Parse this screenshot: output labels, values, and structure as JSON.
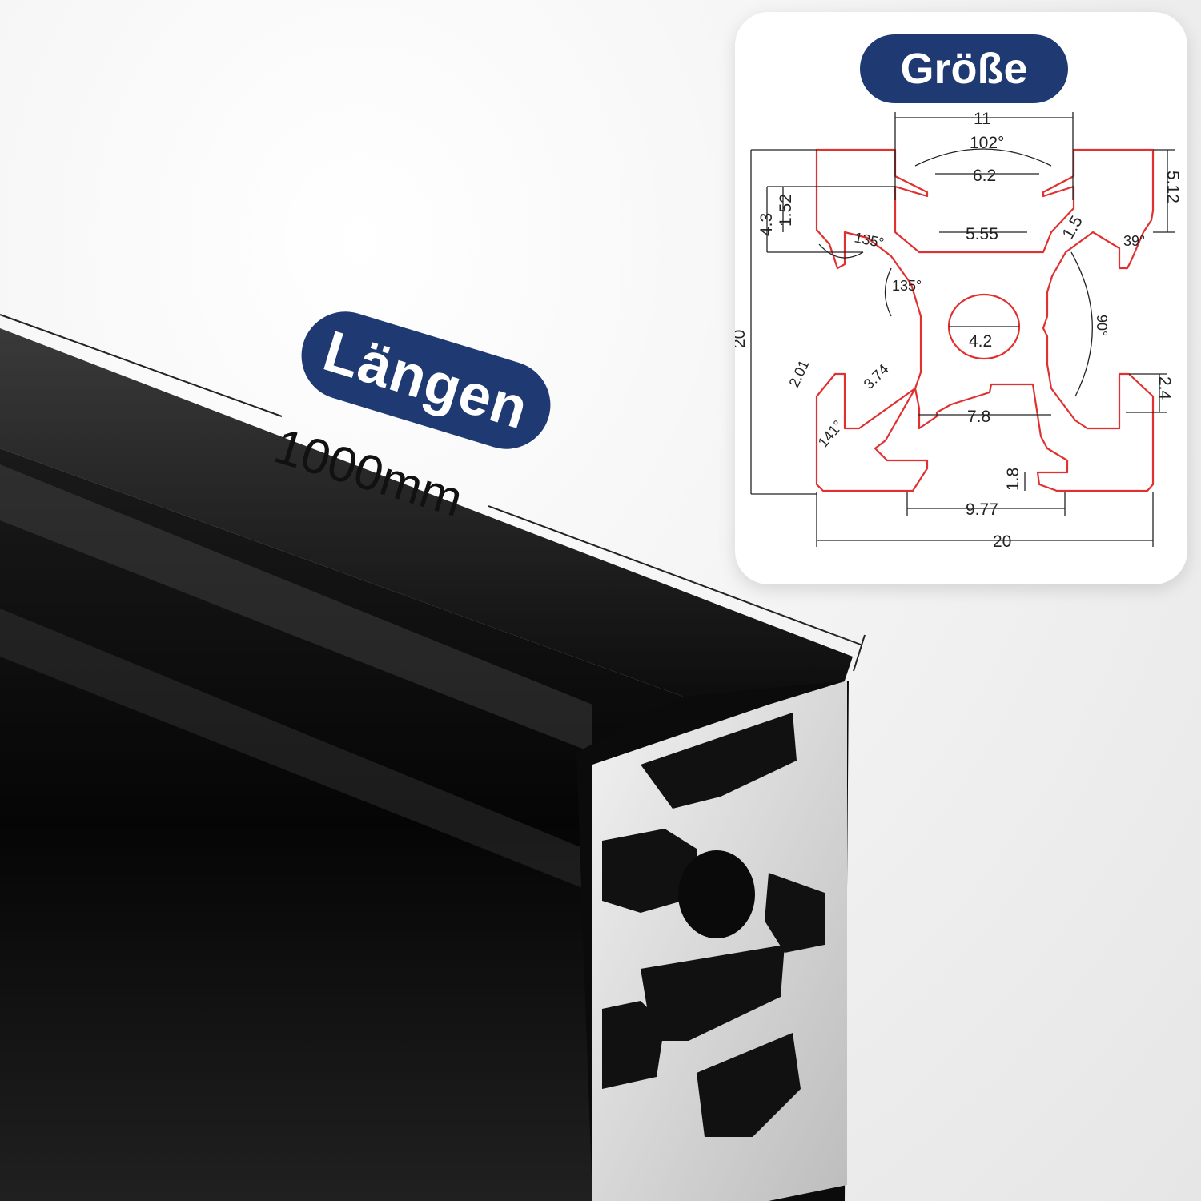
{
  "length_badge": {
    "label": "Längen"
  },
  "length_value": "1000mm",
  "size_card": {
    "badge": "Größe",
    "dimensions": {
      "top_slot_width": "11",
      "slot_angle": "102°",
      "slot_opening": "6.2",
      "right_flange_height": "5.12",
      "left_depth": "4.3",
      "left_flange": "1.52",
      "inner_width": "5.55",
      "chamfer": "1.5",
      "corner_angle": "39°",
      "angle_a": "135°",
      "angle_b": "135°",
      "overall_height": "20",
      "core_angle": "90°",
      "bore": "4.2",
      "lip_a": "2.01",
      "lip_b": "3.74",
      "lip_angle": "141°",
      "right_step": "2.4",
      "bottom_inner_width": "7.8",
      "bottom_lip": "1.8",
      "bottom_slot_width": "9.77",
      "overall_width": "20"
    }
  },
  "colors": {
    "badge": "#1f3a73",
    "profile_outline": "#e03030",
    "profile_body": "#111111",
    "profile_face": "#d9d9d9"
  }
}
